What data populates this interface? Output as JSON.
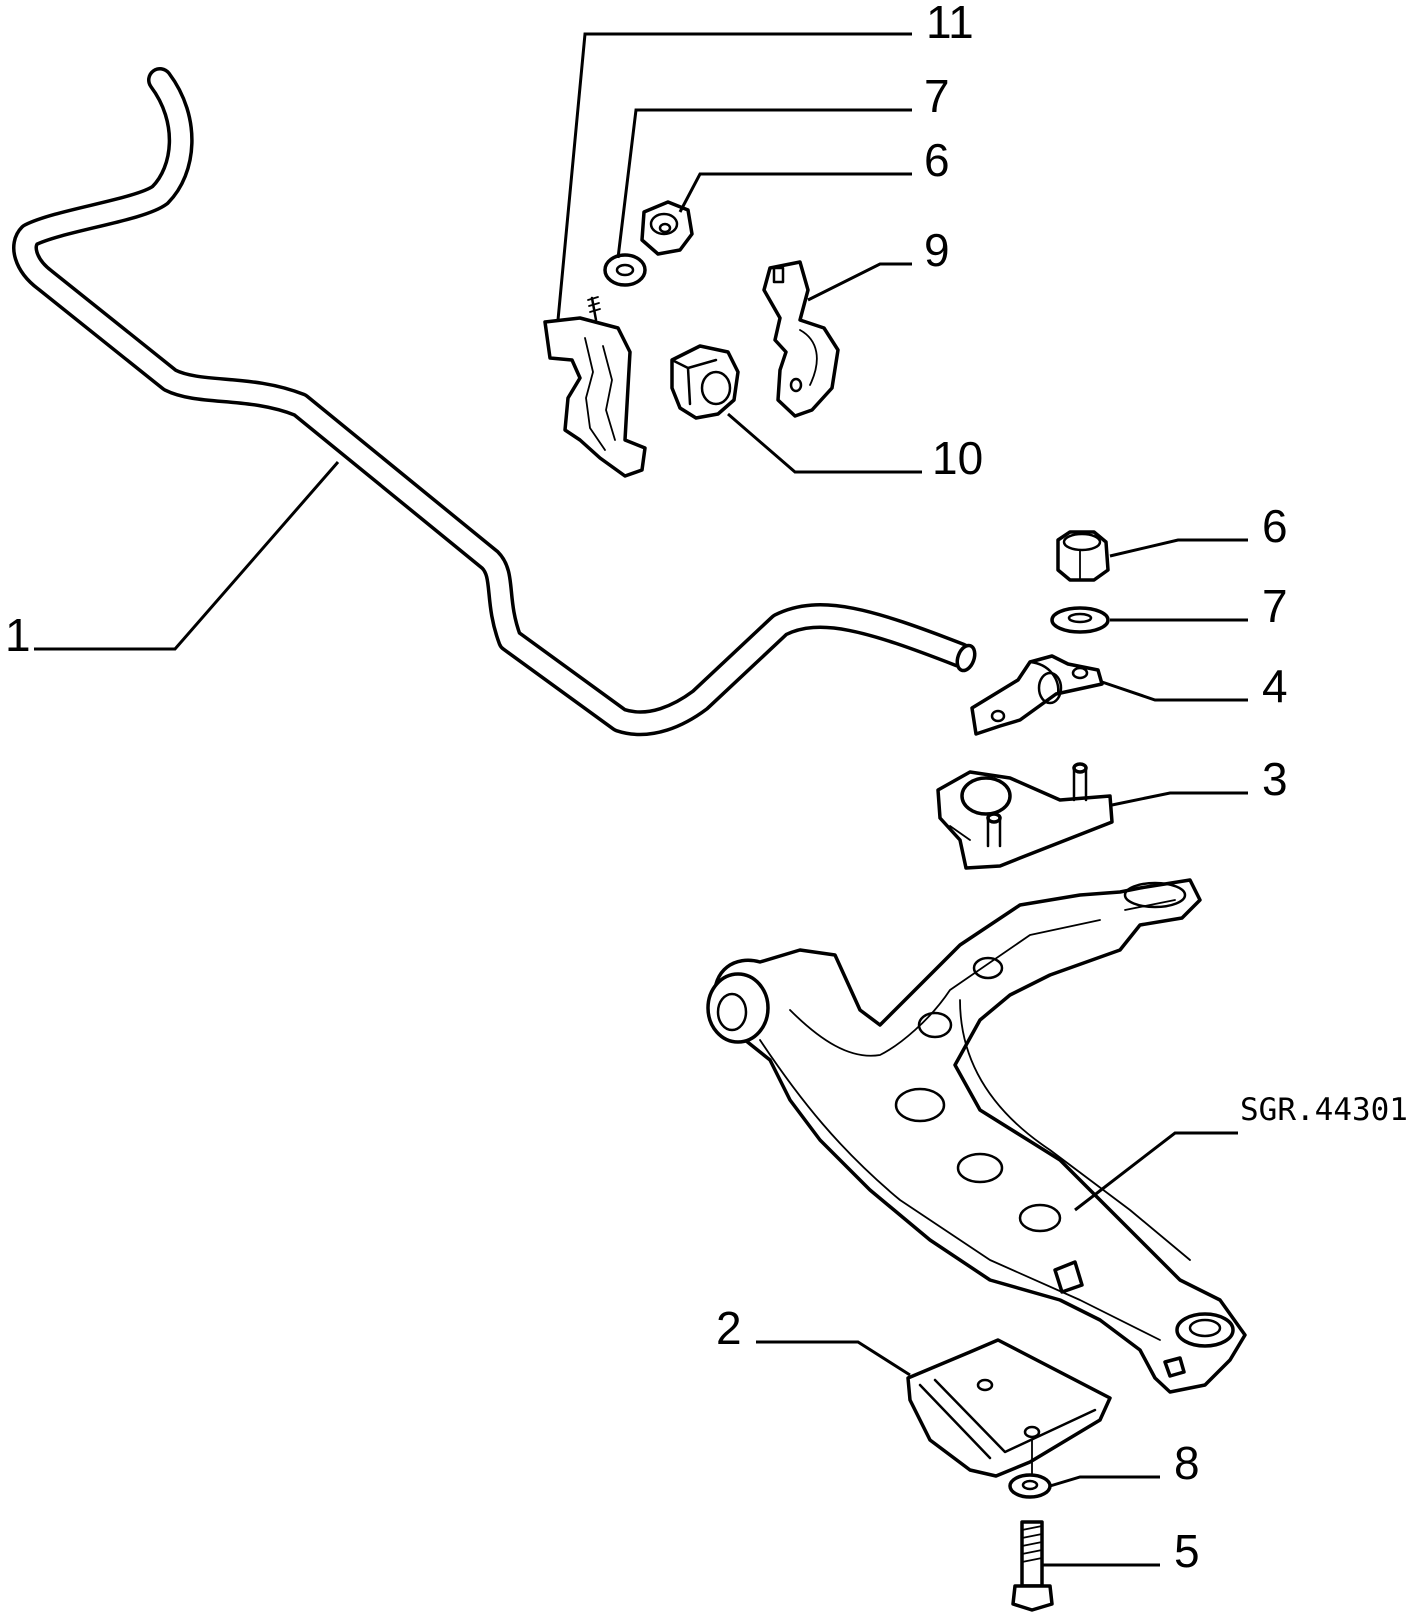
{
  "callouts": {
    "part_1": "1",
    "part_2": "2",
    "part_3": "3",
    "part_4": "4",
    "part_5": "5",
    "part_6_upper": "6",
    "part_6_lower": "6",
    "part_7_upper": "7",
    "part_7_lower": "7",
    "part_8": "8",
    "part_9": "9",
    "part_10": "10",
    "part_11": "11"
  },
  "drawing_code": "SGR.44301"
}
